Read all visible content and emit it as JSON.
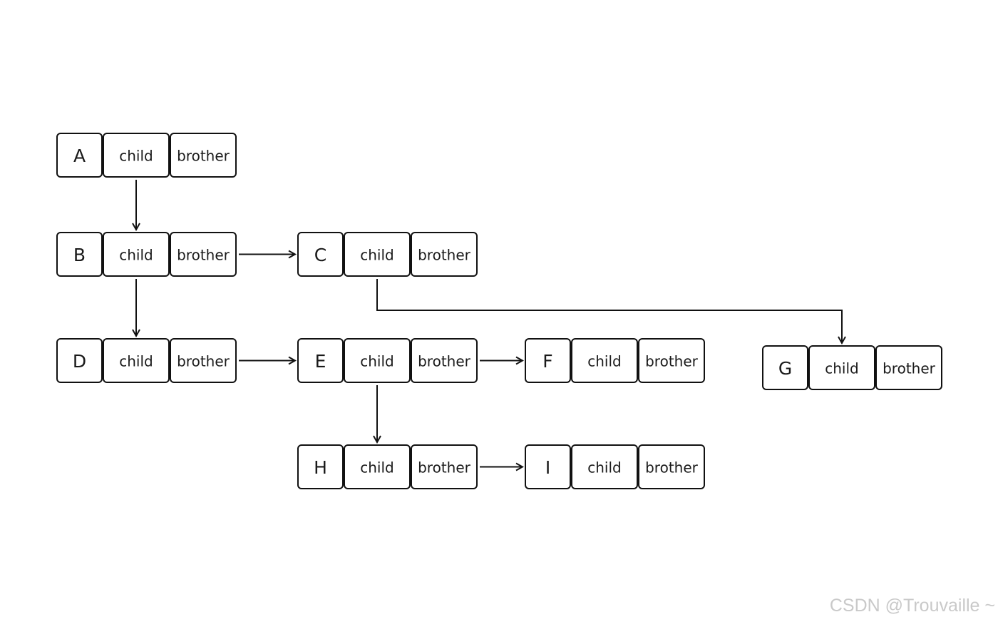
{
  "diagram": {
    "nodes": [
      {
        "id": "A",
        "label": "A",
        "fields": [
          "child",
          "brother"
        ]
      },
      {
        "id": "B",
        "label": "B",
        "fields": [
          "child",
          "brother"
        ]
      },
      {
        "id": "C",
        "label": "C",
        "fields": [
          "child",
          "brother"
        ]
      },
      {
        "id": "D",
        "label": "D",
        "fields": [
          "child",
          "brother"
        ]
      },
      {
        "id": "E",
        "label": "E",
        "fields": [
          "child",
          "brother"
        ]
      },
      {
        "id": "F",
        "label": "F",
        "fields": [
          "child",
          "brother"
        ]
      },
      {
        "id": "G",
        "label": "G",
        "fields": [
          "child",
          "brother"
        ]
      },
      {
        "id": "H",
        "label": "H",
        "fields": [
          "child",
          "brother"
        ]
      },
      {
        "id": "I",
        "label": "I",
        "fields": [
          "child",
          "brother"
        ]
      }
    ],
    "edges": [
      {
        "from": "A",
        "via": "child",
        "to": "B"
      },
      {
        "from": "B",
        "via": "child",
        "to": "D"
      },
      {
        "from": "B",
        "via": "brother",
        "to": "C"
      },
      {
        "from": "C",
        "via": "child",
        "to": "G"
      },
      {
        "from": "D",
        "via": "brother",
        "to": "E"
      },
      {
        "from": "E",
        "via": "brother",
        "to": "F"
      },
      {
        "from": "E",
        "via": "child",
        "to": "H"
      },
      {
        "from": "H",
        "via": "brother",
        "to": "I"
      }
    ]
  },
  "watermark": "CSDN @Trouvaille ~",
  "colors": {
    "stroke": "#111111",
    "text": "#1a1a1a",
    "watermark": "#c9c9c9",
    "background": "#ffffff"
  }
}
